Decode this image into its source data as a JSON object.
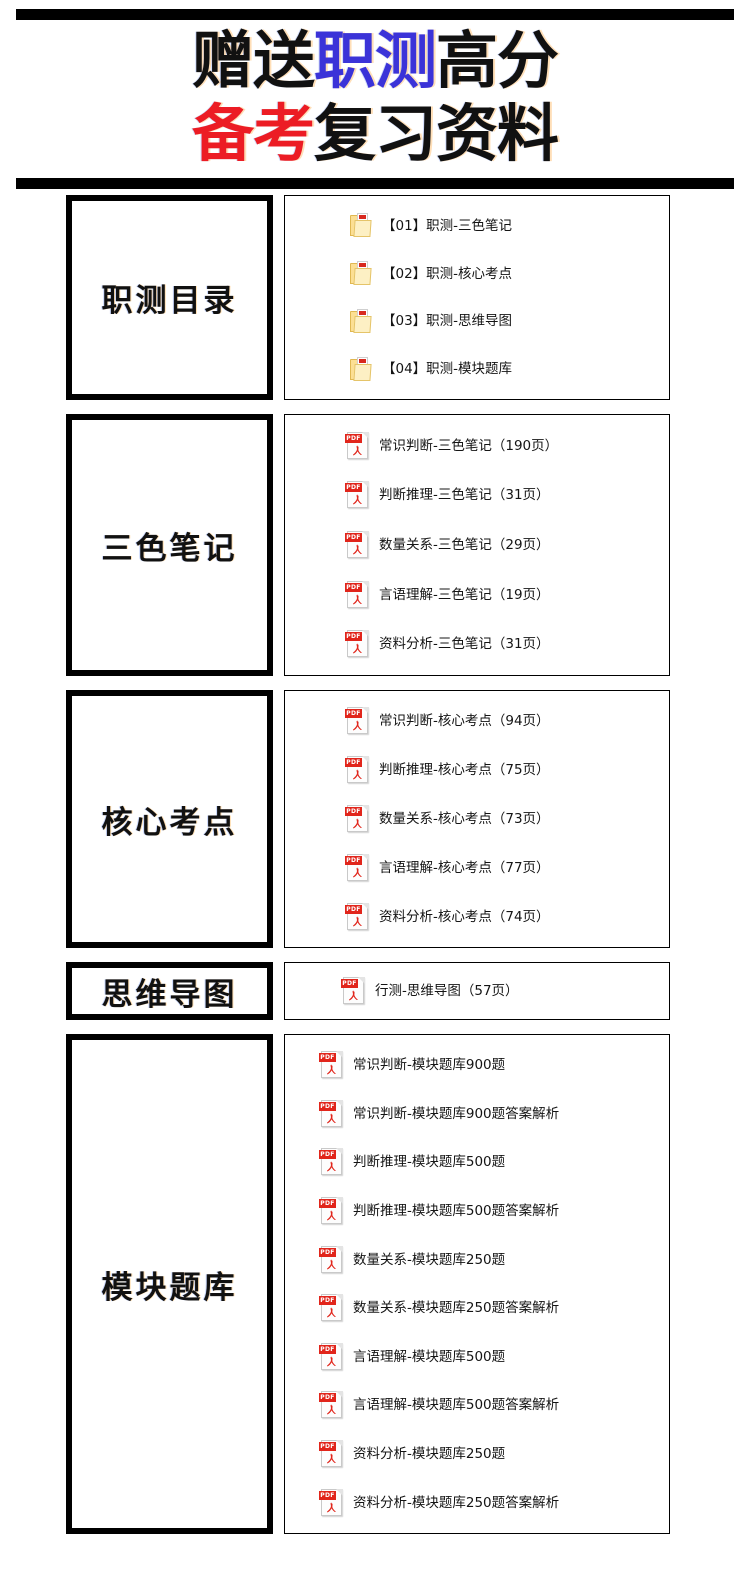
{
  "header": {
    "title_line1": [
      {
        "text": "赠送",
        "color_name": "black"
      },
      {
        "text": "职测",
        "color_name": "blue"
      },
      {
        "text": "高分",
        "color_name": "black"
      }
    ],
    "title_line2": [
      {
        "text": "备考",
        "color_name": "red"
      },
      {
        "text": "复习资料",
        "color_name": "black"
      }
    ],
    "title_plain": "赠送职测高分备考复习资料",
    "colors": {
      "black": "#111111",
      "blue": "#3b33d8",
      "red": "#ec1c24",
      "rule": "#000000"
    }
  },
  "sections": [
    {
      "label": "职测目录",
      "icon": "folder-icon",
      "indent": "indent-dir",
      "items": [
        {
          "name": "【01】职测-三色笔记"
        },
        {
          "name": "【02】职测-核心考点"
        },
        {
          "name": "【03】职测-思维导图"
        },
        {
          "name": "【04】职测-模块题库"
        }
      ]
    },
    {
      "label": "三色笔记",
      "icon": "pdf-icon",
      "indent": "indent-mid",
      "items": [
        {
          "name": "常识判断-三色笔记（190页）"
        },
        {
          "name": "判断推理-三色笔记（31页）"
        },
        {
          "name": "数量关系-三色笔记（29页）"
        },
        {
          "name": "言语理解-三色笔记（19页）"
        },
        {
          "name": "资料分析-三色笔记（31页）"
        }
      ]
    },
    {
      "label": "核心考点",
      "icon": "pdf-icon",
      "indent": "indent-mid",
      "items": [
        {
          "name": "常识判断-核心考点（94页）"
        },
        {
          "name": "判断推理-核心考点（75页）"
        },
        {
          "name": "数量关系-核心考点（73页）"
        },
        {
          "name": "言语理解-核心考点（77页）"
        },
        {
          "name": "资料分析-核心考点（74页）"
        }
      ]
    },
    {
      "label": "思维导图",
      "icon": "pdf-icon",
      "indent": "indent-one",
      "items": [
        {
          "name": "行测-思维导图（57页）"
        }
      ]
    },
    {
      "label": "模块题库",
      "icon": "pdf-icon",
      "indent": "indent-big",
      "items": [
        {
          "name": "常识判断-模块题库900题"
        },
        {
          "name": "常识判断-模块题库900题答案解析"
        },
        {
          "name": "判断推理-模块题库500题"
        },
        {
          "name": "判断推理-模块题库500题答案解析"
        },
        {
          "name": "数量关系-模块题库250题"
        },
        {
          "name": "数量关系-模块题库250题答案解析"
        },
        {
          "name": "言语理解-模块题库500题"
        },
        {
          "name": "言语理解-模块题库500题答案解析"
        },
        {
          "name": "资料分析-模块题库250题"
        },
        {
          "name": "资料分析-模块题库250题答案解析"
        }
      ]
    }
  ],
  "icon_labels": {
    "pdf_band": "PDF"
  }
}
